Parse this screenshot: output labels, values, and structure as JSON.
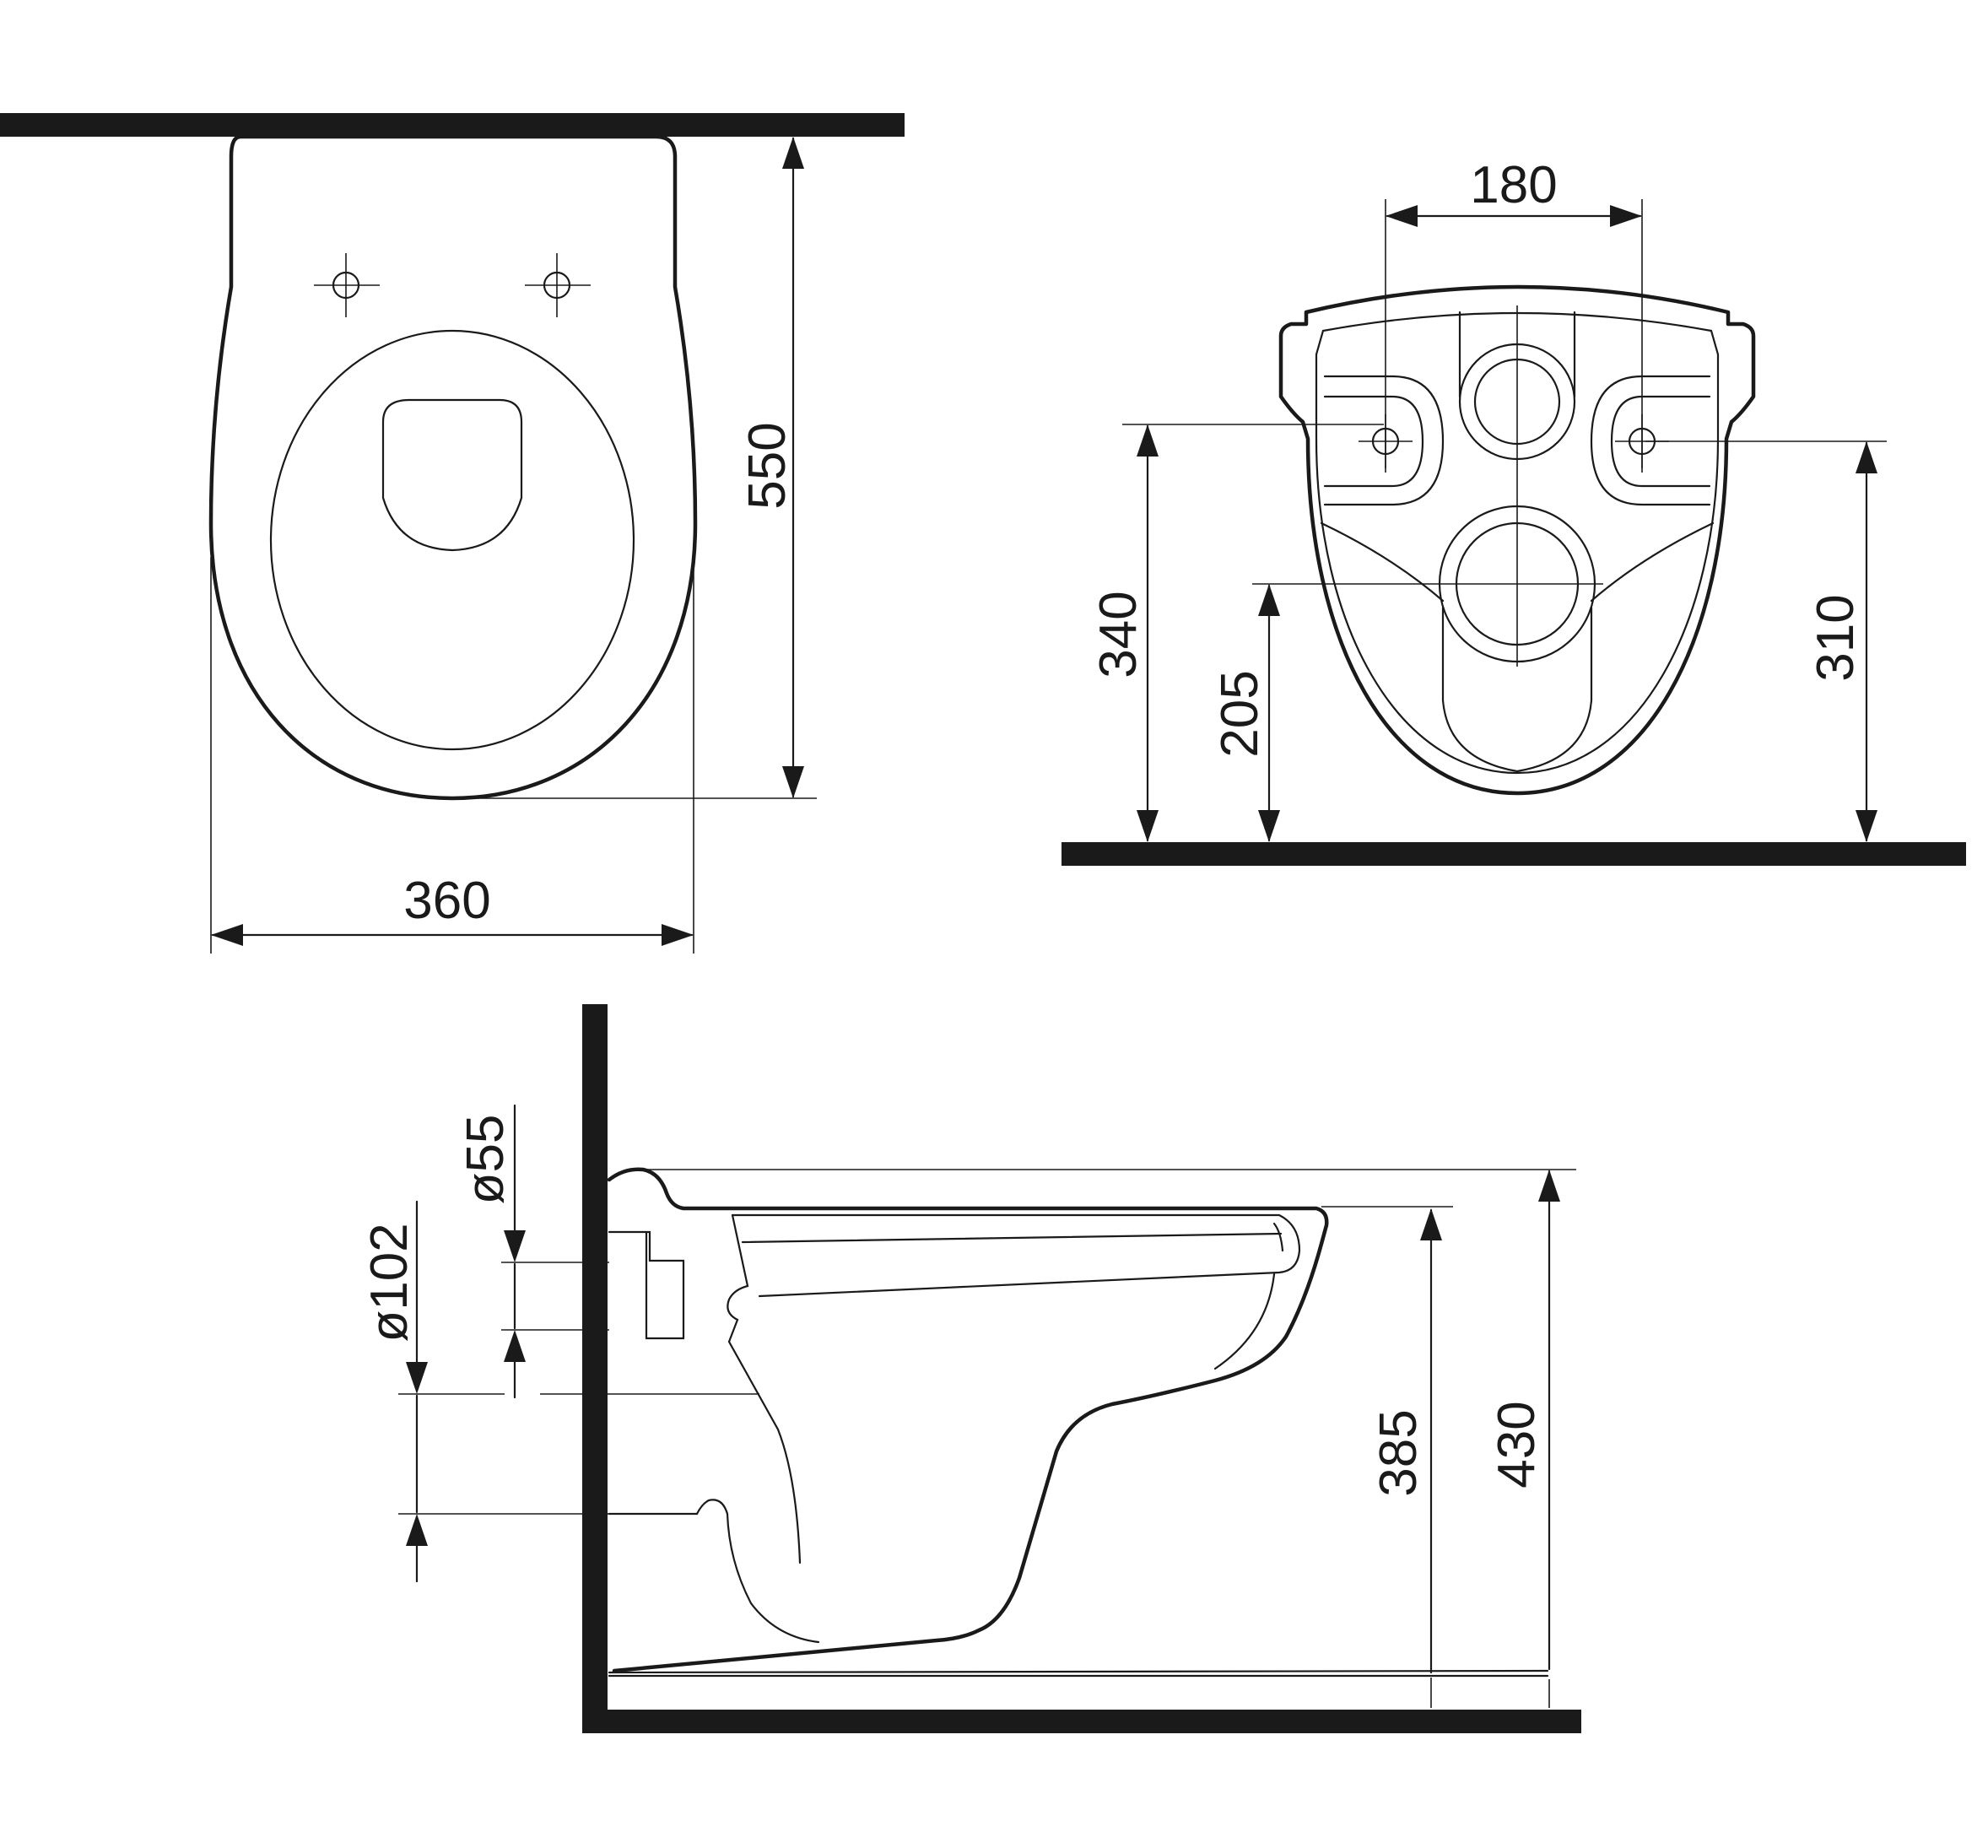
{
  "dimensions": {
    "top_view": {
      "width": "360",
      "depth": "550"
    },
    "rear_view": {
      "bolt_spacing": "180",
      "bolt_height": "340",
      "outlet_height": "205",
      "right_height": "310"
    },
    "side_view": {
      "inlet_diameter": "ø55",
      "outlet_diameter": "ø102",
      "rim_height": "385",
      "total_height": "430"
    }
  },
  "colors": {
    "ink": "#1a1a1a",
    "paper": "#ffffff"
  }
}
